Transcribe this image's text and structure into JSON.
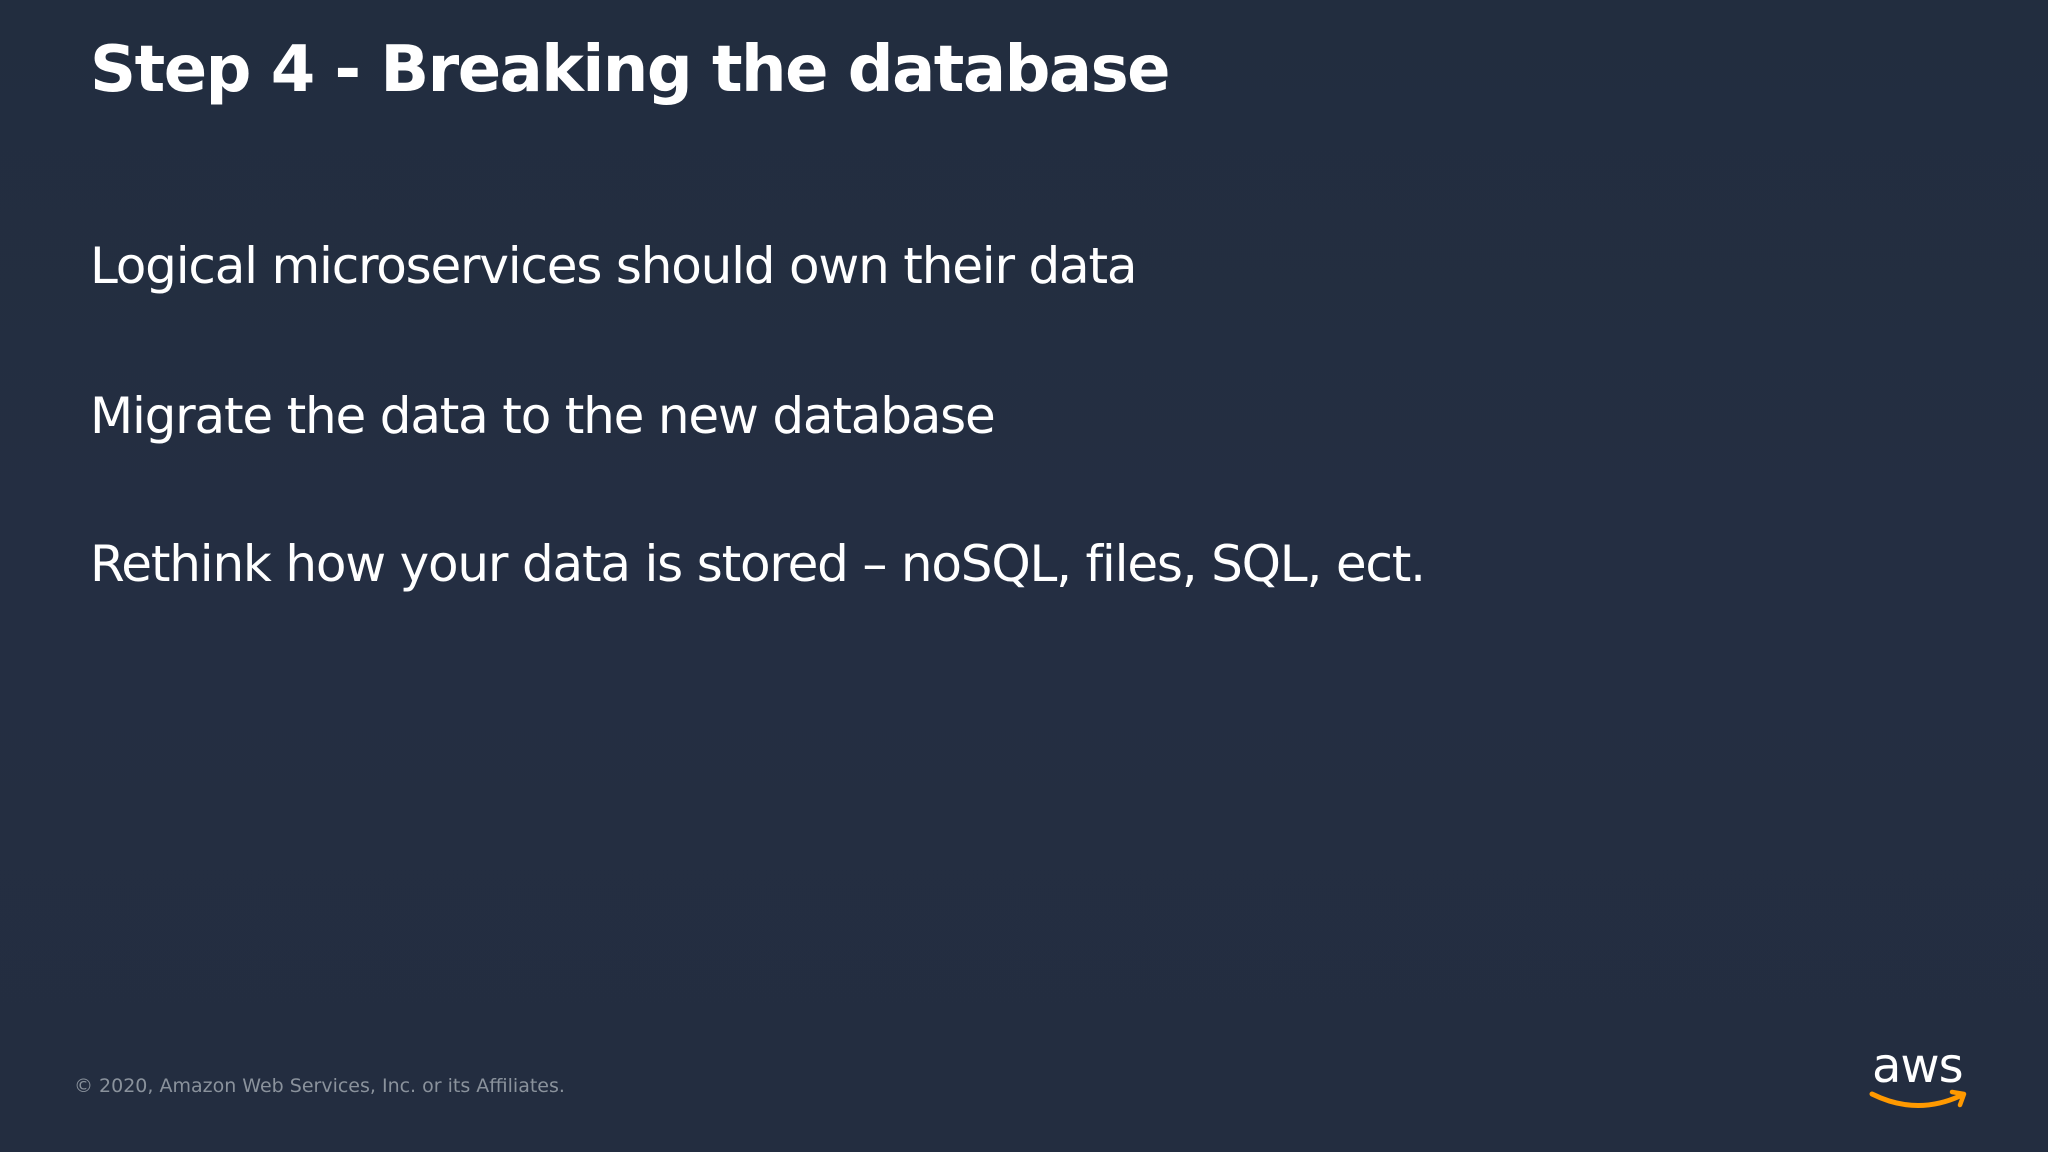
{
  "slide": {
    "title": "Step 4 - Breaking the database",
    "bullets": [
      "Logical microservices should own their data",
      "Migrate the data to the new database",
      "Rethink how your data is stored – noSQL, files, SQL, ect."
    ],
    "footer": "© 2020, Amazon Web Services, Inc. or its Affiliates.",
    "logo": {
      "text": "aws",
      "icon": "aws-smile-arrow-icon",
      "accent_color": "#ff9900"
    }
  },
  "colors": {
    "background": "#232f3e",
    "text": "#ffffff",
    "footer_text": "#8a929c",
    "accent": "#ff9900"
  }
}
